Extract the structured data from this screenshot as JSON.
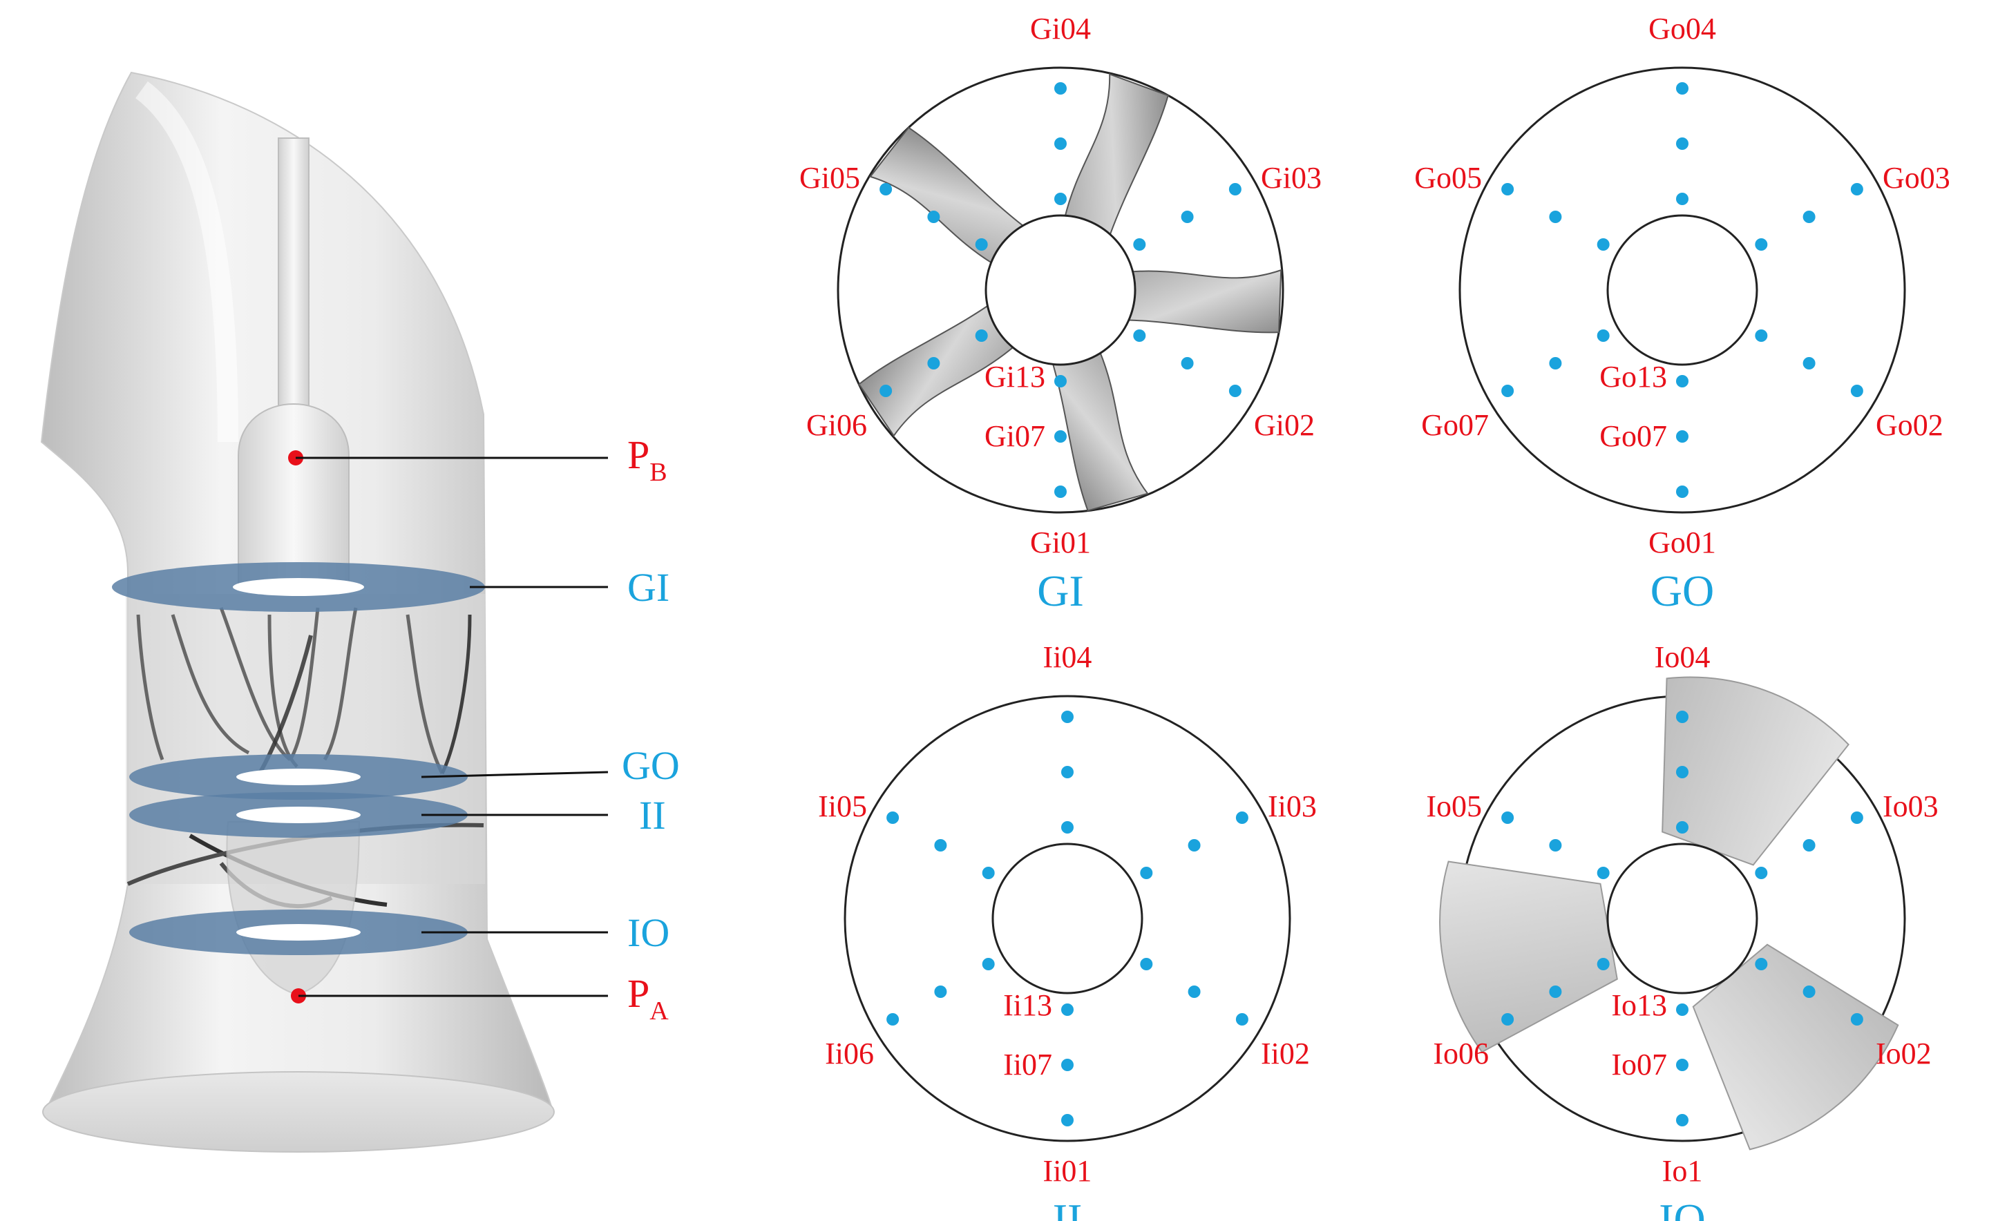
{
  "colors": {
    "label_red": "#e8101a",
    "label_blue": "#1aa3dd",
    "probe_dot": "#1aa3dd",
    "probe_point": "#e8101a",
    "section_plane": "#5a7fa5",
    "body_gray": "#d4d4d4"
  },
  "draft_tube": {
    "point_b": {
      "main": "P",
      "sub": "B"
    },
    "point_a": {
      "main": "P",
      "sub": "A"
    },
    "sections": [
      "GI",
      "GO",
      "II",
      "IO"
    ]
  },
  "panels": [
    {
      "id": "gi",
      "caption": "GI",
      "blades": "guide-vanes-5",
      "labels": {
        "top": "Gi04",
        "upper_right": "Gi03",
        "right": "Gi02",
        "bottom": "Gi01",
        "left": "Gi06",
        "upper_left": "Gi05",
        "inner": "Gi13",
        "mid": "Gi07"
      }
    },
    {
      "id": "go",
      "caption": "GO",
      "blades": "none",
      "labels": {
        "top": "Go04",
        "upper_right": "Go03",
        "right": "Go02",
        "bottom": "Go01",
        "left": "Go07",
        "upper_left": "Go05",
        "inner": "Go13",
        "mid": "Go07"
      }
    },
    {
      "id": "ii",
      "caption": "II",
      "blades": "none",
      "labels": {
        "top": "Ii04",
        "upper_right": "Ii03",
        "right": "Ii02",
        "bottom": "Ii01",
        "left": "Ii06",
        "upper_left": "Ii05",
        "inner": "Ii13",
        "mid": "Ii07"
      }
    },
    {
      "id": "io",
      "caption": "IO",
      "blades": "runner-3",
      "labels": {
        "top": "Io04",
        "upper_right": "Io03",
        "right": "Io02",
        "bottom": "Io1",
        "left": "Io06",
        "upper_left": "Io05",
        "inner": "Io13",
        "mid": "Io07"
      }
    }
  ]
}
